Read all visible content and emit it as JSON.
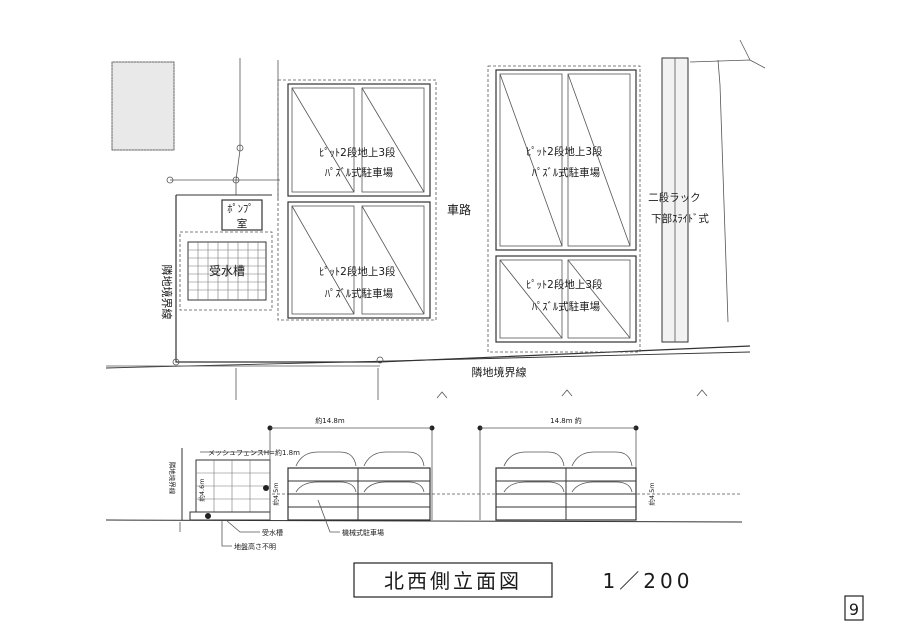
{
  "plan": {
    "parking_top_left": "ﾋﾟｯﾄ2段地上3段\nﾊﾟｽﾞﾙ式駐車場",
    "parking_bottom_left": "ﾋﾟｯﾄ2段地上3段\nﾊﾟｽﾞﾙ式駐車場",
    "parking_top_right": "ﾋﾟｯﾄ2段地上3段\nﾊﾟｽﾞﾙ式駐車場",
    "parking_bottom_right": "ﾋﾟｯﾄ2段地上3段\nﾊﾟｽﾞﾙ式駐車場",
    "road": "車路",
    "pump_room": "ﾎﾟﾝﾌﾟ\n室",
    "water_tank": "受水槽",
    "rack": "二段ラック\n下部ｽﾗｲﾄﾞ式",
    "boundary_vertical": "隣地境界線",
    "boundary_horizontal": "隣地境界線"
  },
  "elevation": {
    "dim_left": "約14.8m",
    "dim_right": "14.8m 約",
    "fence": "メッシュフェンスH=約1.8m",
    "boundary": "隣地境界線",
    "height_tank": "約4.6m",
    "height_left": "約4.5m",
    "height_right": "約4.5m",
    "tank": "受水槽",
    "mech_parking": "機械式駐車場",
    "ground": "地盤高さ不明"
  },
  "title": "北西側立面図",
  "scale": "1／200",
  "page_number": "9"
}
